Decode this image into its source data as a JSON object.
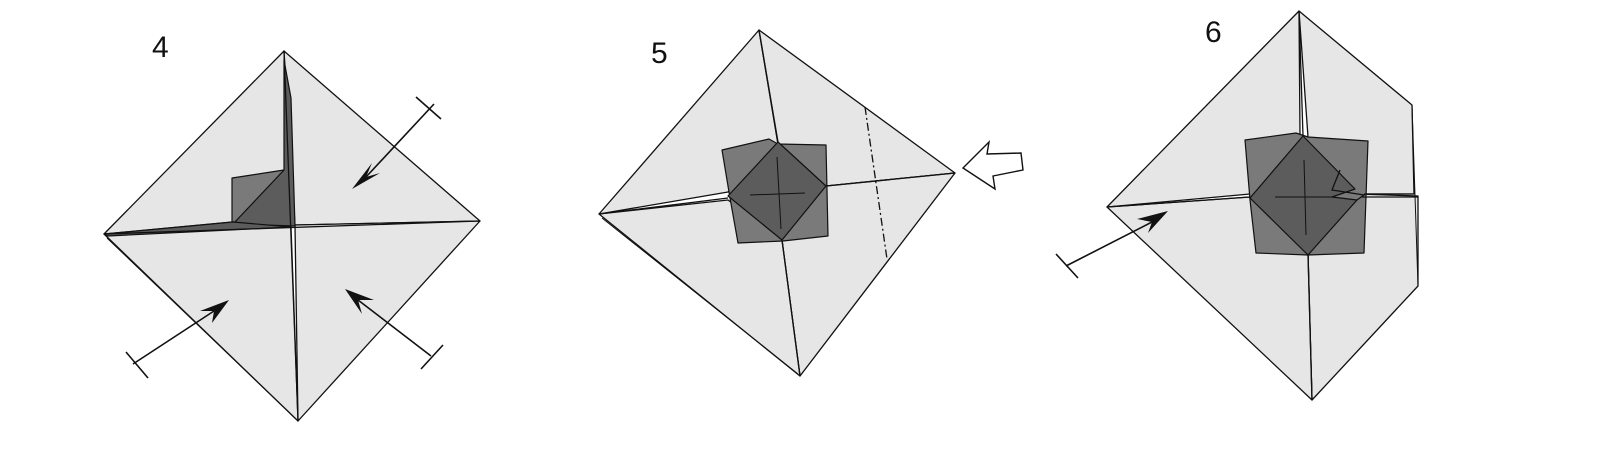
{
  "steps": [
    {
      "number": "4"
    },
    {
      "number": "5"
    },
    {
      "number": "6"
    }
  ],
  "colors": {
    "paper": "#e6e6e6",
    "flap_mid": "#7a7a7a",
    "flap_dark": "#5c5c5c",
    "line": "#111111"
  },
  "icons": [
    "valley-fold-arrow",
    "push-arrow",
    "mountain-fold-line"
  ]
}
